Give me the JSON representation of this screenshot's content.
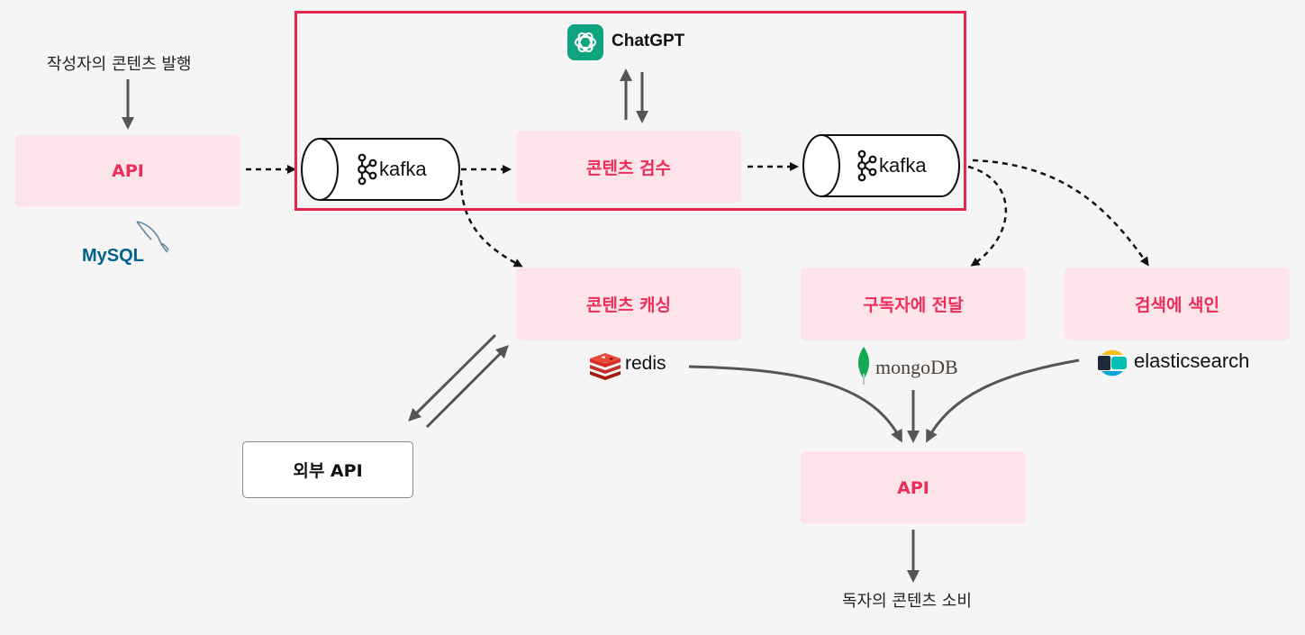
{
  "labels": {
    "top_caption": "작성자의 콘텐츠 발행",
    "bottom_caption": "독자의 콘텐츠 소비"
  },
  "boxes": {
    "api_in": "API",
    "content_review": "콘텐츠 검수",
    "content_caching": "콘텐츠 캐싱",
    "deliver_subscribers": "구독자에 전달",
    "search_index": "검색에 색인",
    "external_api": "외부 API",
    "api_out": "API"
  },
  "logos": {
    "chatgpt": "ChatGPT",
    "kafka_1": "kafka",
    "kafka_2": "kafka",
    "redis": "redis",
    "mongodb": "mongoDB",
    "elasticsearch": "elasticsearch",
    "mysql": "MySQL"
  },
  "colors": {
    "accent": "#ec2d58",
    "box_fill": "#fde4ea",
    "highlight_border": "#e8254e",
    "arrow": "#555555",
    "background": "#f5f5f5"
  }
}
